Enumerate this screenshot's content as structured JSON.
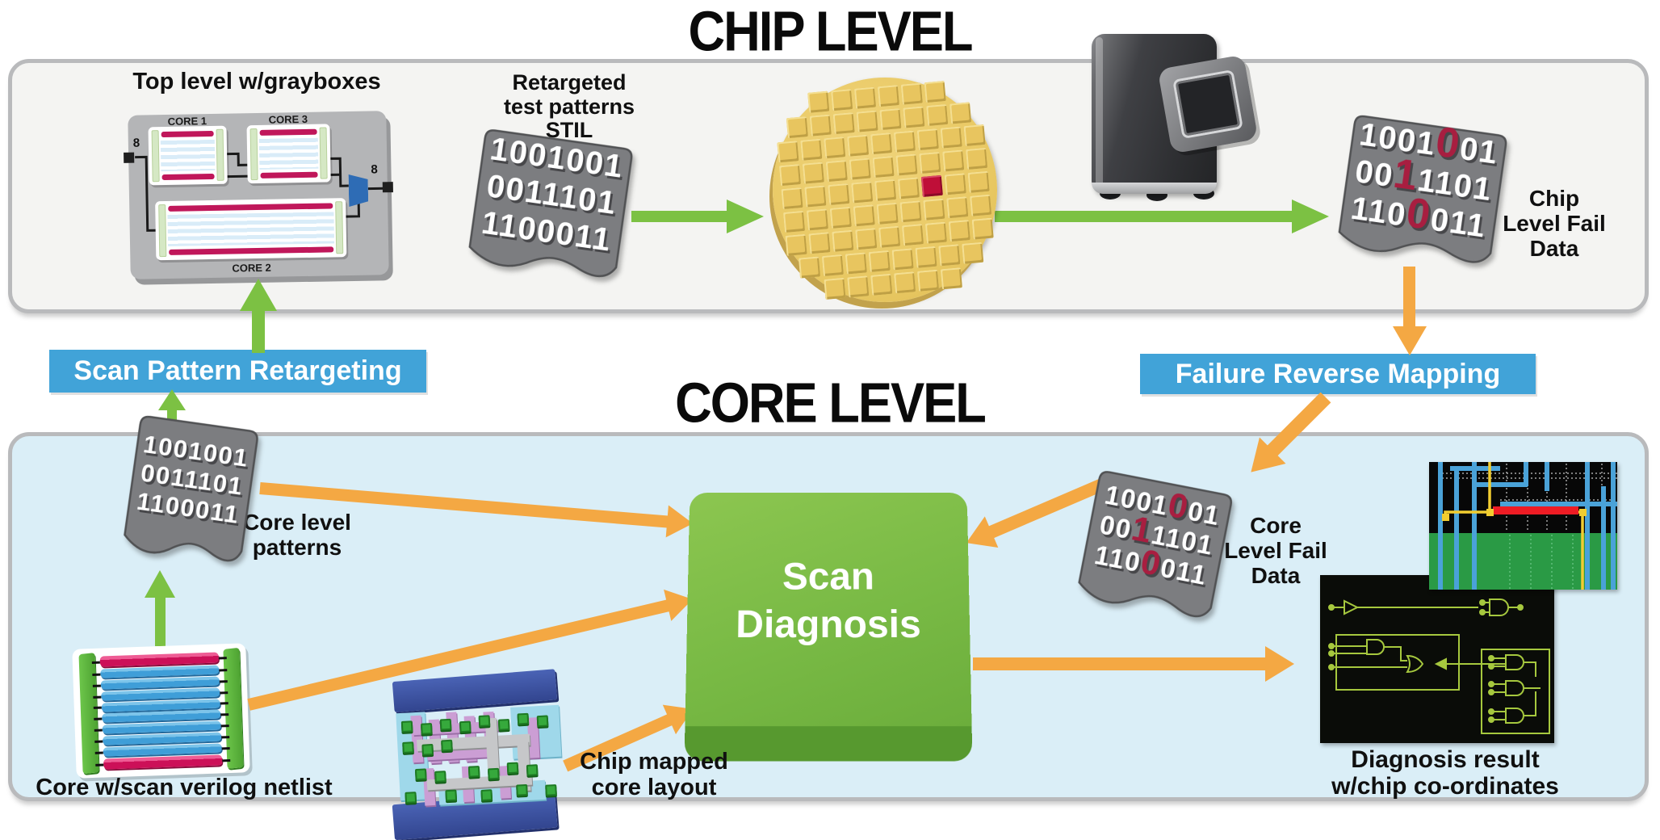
{
  "titles": {
    "chip": "CHIP LEVEL",
    "core": "CORE LEVEL"
  },
  "banners": {
    "retarget": "Scan Pattern Retargeting",
    "reverse": "Failure Reverse Mapping"
  },
  "chip_section": {
    "top_level_label": "Top level w/grayboxes",
    "diagram": {
      "core1": "CORE 1",
      "core3": "CORE 3",
      "core2": "CORE 2",
      "left_bus": "8",
      "right_bus": "8"
    },
    "stil_label": [
      "Retargeted",
      "test patterns",
      "STIL"
    ],
    "chip_fail_label": [
      "Chip",
      "Level Fail",
      "Data"
    ]
  },
  "core_section": {
    "core_patterns_label": [
      "Core level",
      "patterns"
    ],
    "netlist_label": "Core w/scan verilog netlist",
    "layout_label": [
      "Chip mapped",
      "core layout"
    ],
    "core_fail_label": [
      "Core",
      "Level Fail",
      "Data"
    ],
    "diagnosis_box": [
      "Scan",
      "Diagnosis"
    ],
    "diag_result_label": [
      "Diagnosis result",
      "w/chip co-ordinates"
    ]
  },
  "docs": {
    "stil": {
      "lines": [
        "1001001",
        "0011101",
        "1100011"
      ],
      "red": [
        [],
        [],
        []
      ]
    },
    "chip_fail": {
      "lines": [
        "1001001",
        "0011101",
        "1100011"
      ],
      "red": [
        [
          4
        ],
        [
          2
        ],
        [
          3
        ]
      ]
    },
    "core_patterns": {
      "lines": [
        "1001001",
        "0011101",
        "1100011"
      ],
      "red": [
        [],
        [],
        []
      ]
    },
    "core_fail": {
      "lines": [
        "1001001",
        "0011101",
        "1100011"
      ],
      "red": [
        [
          4
        ],
        [
          2
        ],
        [
          3
        ]
      ]
    }
  },
  "wafer": {
    "rows": [
      6,
      8,
      9,
      9,
      9,
      9,
      9,
      8,
      6
    ],
    "red_row": 4,
    "red_col": 6
  },
  "colors": {
    "green_arrow": "#7cc143",
    "orange_arrow": "#f4a843",
    "banner_blue": "#41a3d8",
    "diagnosis_green": "#79ba45",
    "wafer_yellow": "#e9c964",
    "fail_red": "#a81e40",
    "doc_gray": "#7c7d80"
  }
}
